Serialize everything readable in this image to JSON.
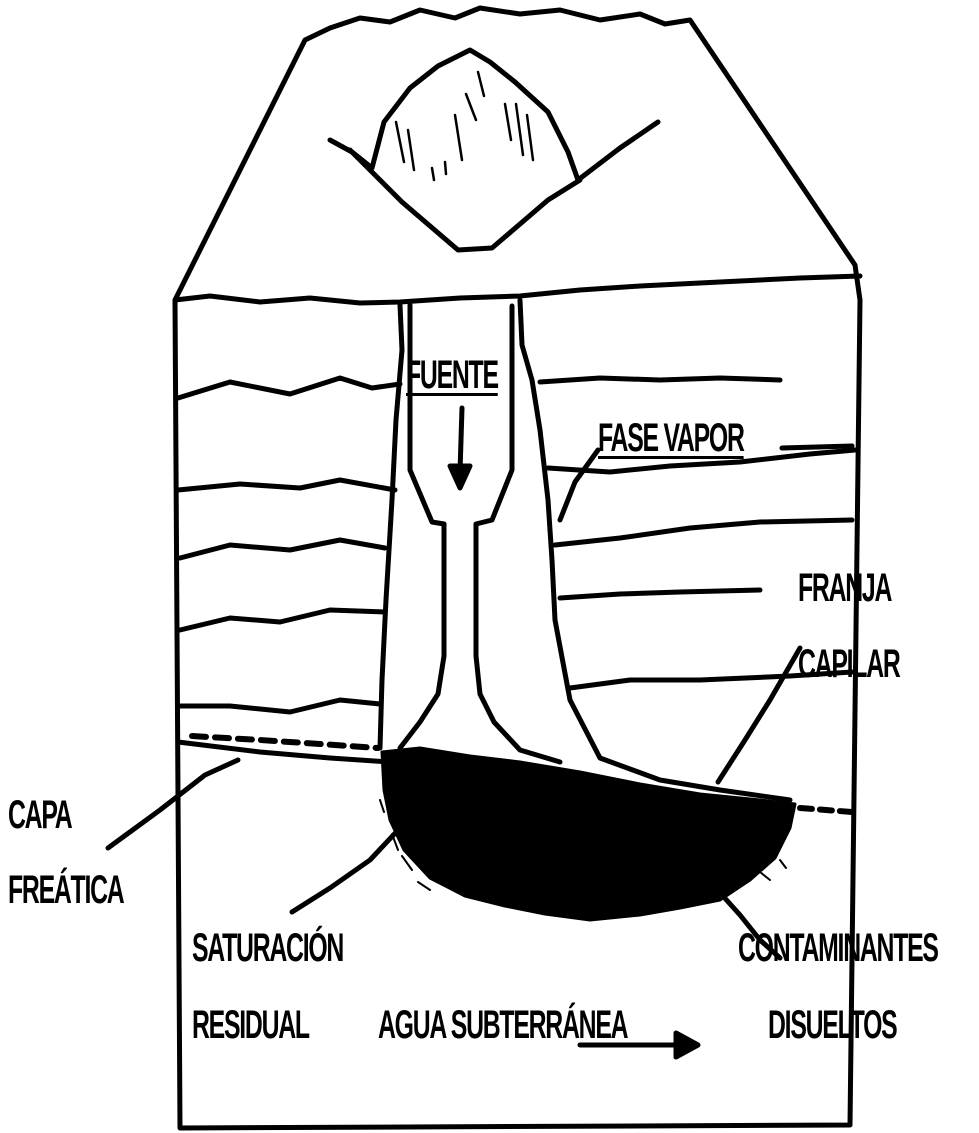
{
  "labels": {
    "fuente": "FUENTE",
    "fase_vapor": "FASE VAPOR",
    "franja_line1": "FRANJA",
    "franja_line2": "CAPILAR",
    "capa_line1": "CAPA",
    "capa_line2": "FREÁTICA",
    "saturacion_line1": "SATURACIÓN",
    "saturacion_line2": "RESIDUAL",
    "agua": "AGUA SUBTERRÁNEA",
    "contaminantes_line1": "CONTAMINANTES",
    "contaminantes_line2": "DISUELTOS"
  },
  "colors": {
    "ink": "#000000",
    "background": "#ffffff"
  }
}
